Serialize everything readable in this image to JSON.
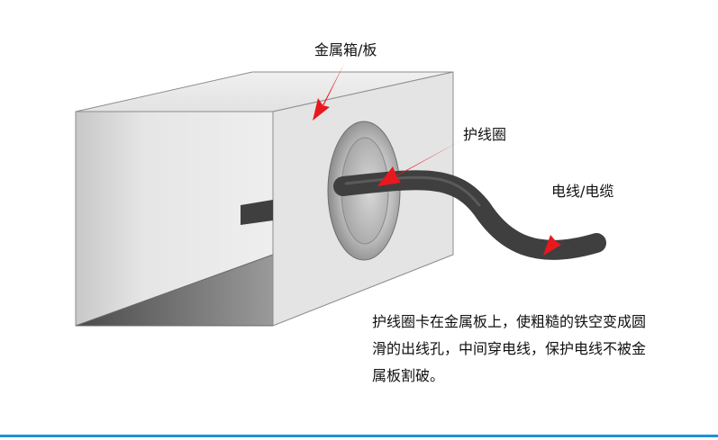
{
  "labels": {
    "box": "金属箱/板",
    "grommet": "护线圈",
    "cable": "电线/电缆"
  },
  "description": {
    "lines": [
      "护线圈卡在金属板上，使粗糙的铁空变成圆",
      "滑的出线孔，中间穿电线，保护电线不被金",
      "属板割破。"
    ]
  },
  "colors": {
    "arrow": "#e8191e",
    "cable": "#3f3f3f",
    "rule": "#1e90d9",
    "box_front": "#e4e4e4",
    "box_side": "#cfcfcf"
  }
}
